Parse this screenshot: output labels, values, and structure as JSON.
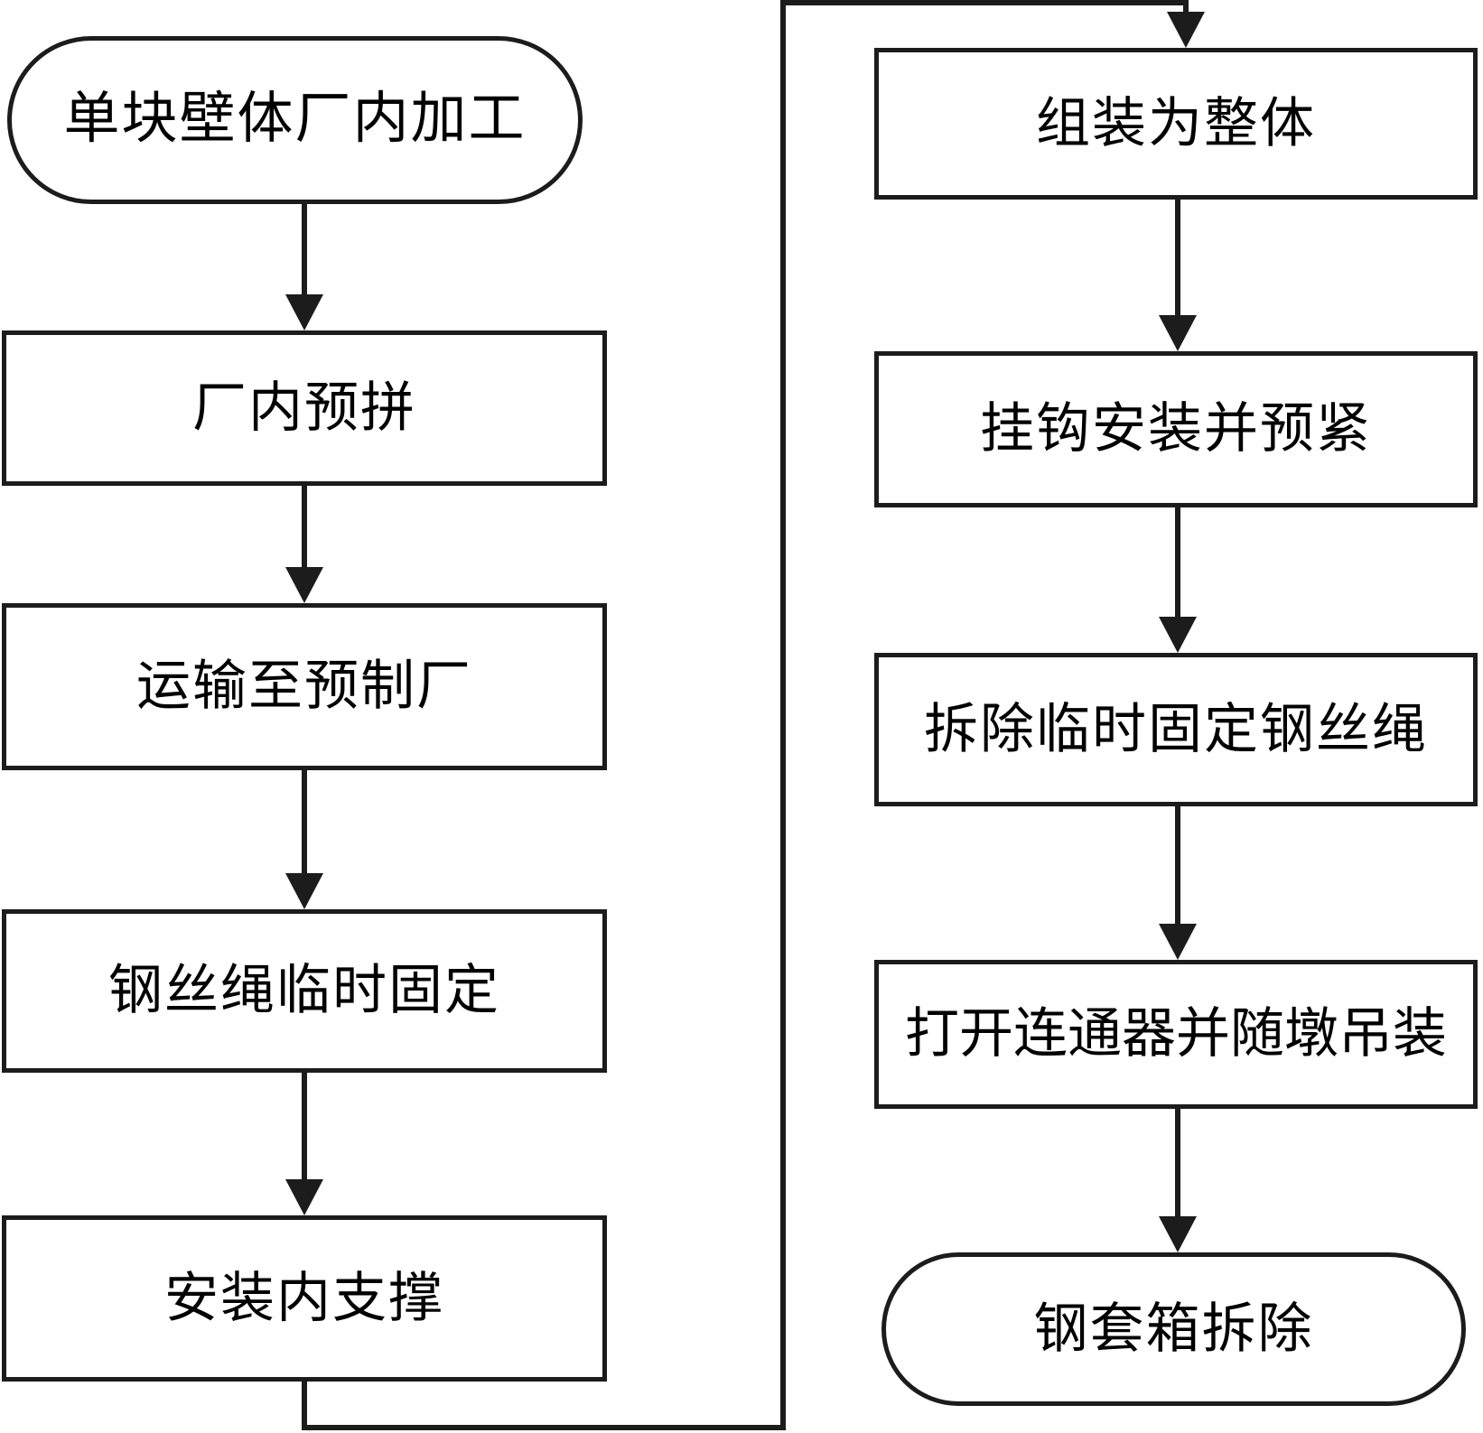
{
  "diagram": {
    "type": "flowchart",
    "colors": {
      "stroke": "#1c1c1c",
      "background": "#ffffff",
      "text": "#000000"
    },
    "left_column": [
      {
        "shape": "stadium",
        "label": "单块壁体厂内加工"
      },
      {
        "shape": "rect",
        "label": "厂内预拼"
      },
      {
        "shape": "rect",
        "label": "运输至预制厂"
      },
      {
        "shape": "rect",
        "label": "钢丝绳临时固定"
      },
      {
        "shape": "rect",
        "label": "安装内支撑"
      }
    ],
    "right_column": [
      {
        "shape": "rect",
        "label": "组装为整体"
      },
      {
        "shape": "rect",
        "label": "挂钩安装并预紧"
      },
      {
        "shape": "rect",
        "label": "拆除临时固定钢丝绳"
      },
      {
        "shape": "rect",
        "label": "打开连通器并随墩吊装"
      },
      {
        "shape": "stadium",
        "label": "钢套箱拆除"
      }
    ],
    "edges": [
      {
        "from": "单块壁体厂内加工",
        "to": "厂内预拼"
      },
      {
        "from": "厂内预拼",
        "to": "运输至预制厂"
      },
      {
        "from": "运输至预制厂",
        "to": "钢丝绳临时固定"
      },
      {
        "from": "钢丝绳临时固定",
        "to": "安装内支撑"
      },
      {
        "from": "安装内支撑",
        "to": "组装为整体"
      },
      {
        "from": "组装为整体",
        "to": "挂钩安装并预紧"
      },
      {
        "from": "挂钩安装并预紧",
        "to": "拆除临时固定钢丝绳"
      },
      {
        "from": "拆除临时固定钢丝绳",
        "to": "打开连通器并随墩吊装"
      },
      {
        "from": "打开连通器并随墩吊装",
        "to": "钢套箱拆除"
      }
    ]
  }
}
